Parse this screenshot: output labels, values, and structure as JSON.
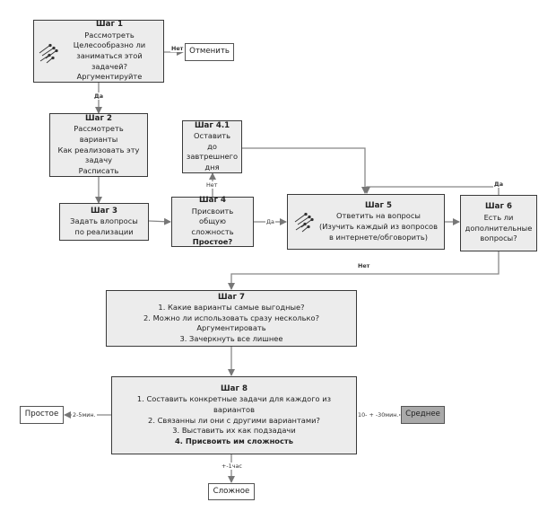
{
  "nodes": {
    "step1": {
      "title": "Шаг 1",
      "lines": [
        "Рассмотреть",
        "Целесообразно ли",
        "заниматься этой задачей?",
        "Аргументируйте"
      ]
    },
    "cancel": {
      "text": "Отменить"
    },
    "step2": {
      "title": "Шаг 2",
      "lines": [
        "Рассмотреть варианты",
        "Как реализовать эту",
        "задачу",
        "Расписать"
      ]
    },
    "step3": {
      "title": "Шаг 3",
      "lines": [
        "Задать влопросы",
        "по реализации"
      ]
    },
    "step4": {
      "title": "Шаг 4",
      "lines": [
        "Присвоить общую",
        "сложность"
      ],
      "bold": "Простое?"
    },
    "step41": {
      "title": "Шаг 4.1",
      "lines": [
        "Оставить до",
        "завтрешнего",
        "дня"
      ]
    },
    "step5": {
      "title": "Шаг 5",
      "lines": [
        "Ответить на вопросы",
        "(Изучить каждый из вопросов",
        "в интернете/обговорить)"
      ]
    },
    "step6": {
      "title": "Шаг 6",
      "lines": [
        "Есть ли",
        "дополнительные",
        "вопросы?"
      ]
    },
    "step7": {
      "title": "Шаг 7",
      "lines": [
        "1. Какие варианты самые выгодные?",
        "2. Можно ли использовать сразу несколько? Аргументировать",
        "3. Зачеркнуть все лишнее"
      ]
    },
    "step8": {
      "title": "Шаг 8",
      "lines": [
        "1. Составить конкретные задачи для каждого из вариантов",
        "2. Связанны ли они с другими вариантами?",
        "3. Выставить их как подзадачи"
      ],
      "bold": "4. Присвоить им сложность"
    },
    "simple": {
      "text": "Простое"
    },
    "medium": {
      "text": "Среднее"
    },
    "complex": {
      "text": "Сложное"
    }
  },
  "edges": {
    "no_cancel": "Нет",
    "yes_step2": "Да",
    "no_step41": "Нет",
    "yes_step5": "Да",
    "yes_step6": "Да",
    "no_step7": "Нет",
    "time_simple": "2-5мин.",
    "time_medium": "10- + -30мин.",
    "time_complex": "+-1час"
  },
  "icons": {
    "step1": "brainstorm-icon",
    "step5": "brainstorm-icon"
  },
  "colors": {
    "box_fill": "#ececec",
    "box_border": "#3a3a3a",
    "medium_fill": "#a9a9a9",
    "connector": "#777777"
  }
}
